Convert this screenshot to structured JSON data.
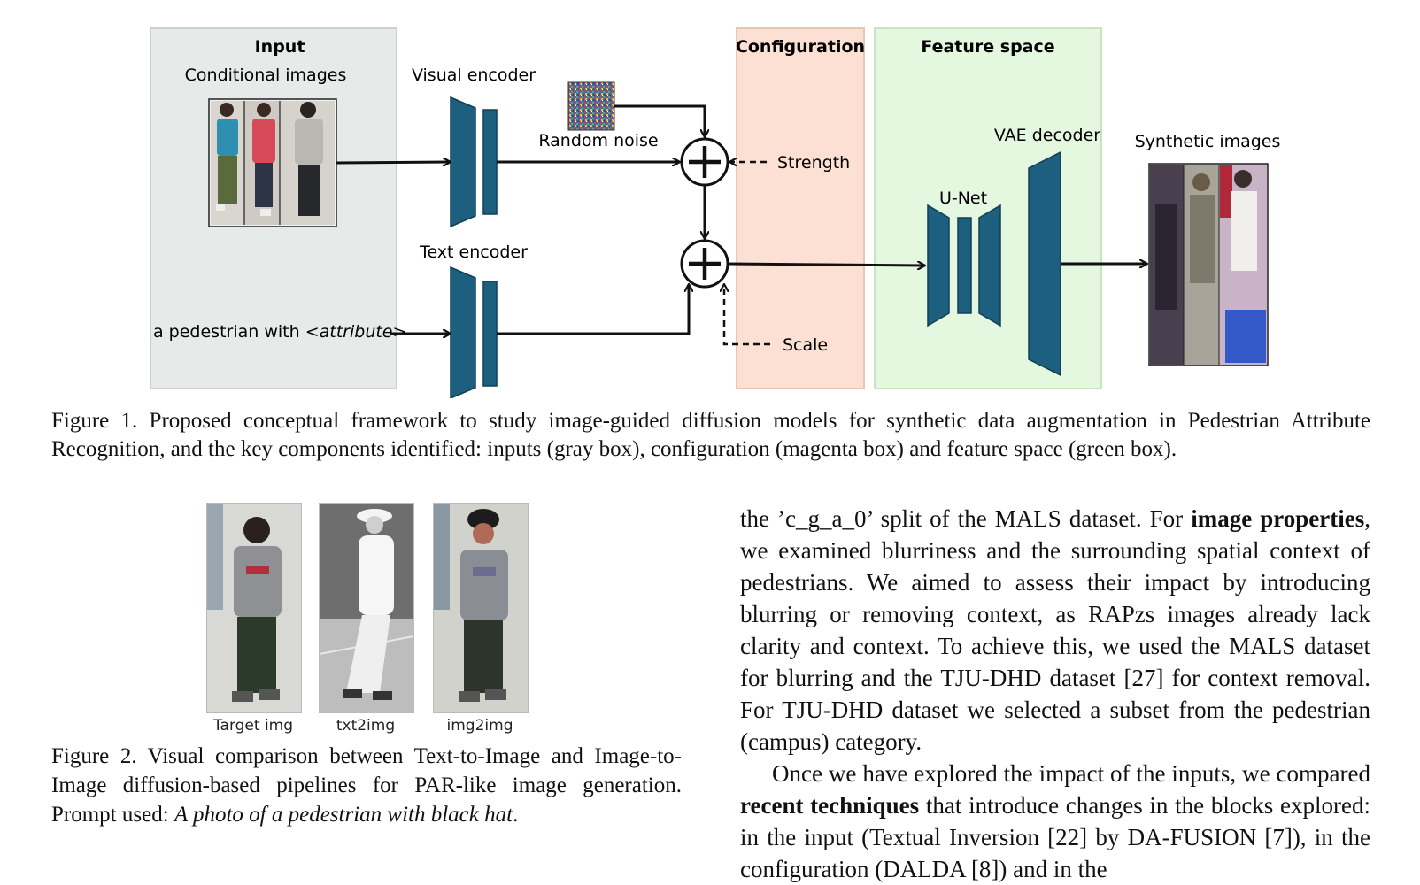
{
  "figure1": {
    "input_box_title": "Input",
    "conditional_images_label": "Conditional images",
    "visual_encoder_label": "Visual encoder",
    "random_noise_label": "Random noise",
    "text_encoder_label": "Text encoder",
    "prompt_text_prefix": "a pedestrian with <",
    "prompt_text_attr": "attribute",
    "prompt_text_suffix": ">",
    "configuration_title": "Configuration",
    "strength_label": "Strength",
    "scale_label": "Scale",
    "feature_space_title": "Feature space",
    "unet_label": "U-Net",
    "vae_decoder_label": "VAE decoder",
    "synthetic_images_label": "Synthetic images",
    "colors": {
      "input_box": "#e6eae8",
      "configuration_box": "#fbe0d3",
      "feature_space_box": "#e4f8e0",
      "encoder_blue": "#1c5f7f"
    }
  },
  "caption1": "Figure 1. Proposed conceptual framework to study image-guided diffusion models for synthetic data augmentation in Pedestrian Attribute Recognition, and the key components identified: inputs (gray box), configuration (magenta box) and feature space (green box).",
  "figure2": {
    "labels": [
      "Target img",
      "txt2img",
      "img2img"
    ]
  },
  "caption2": {
    "main": "Figure 2. Visual comparison between Text-to-Image and Image-to-Image diffusion-based pipelines for PAR-like image generation. Prompt used: ",
    "prompt": "A photo of a pedestrian with black hat",
    "end": "."
  },
  "body": {
    "p1_a": "the ’c_g_a_0’ split of the MALS dataset. For ",
    "p1_bold": "image properties",
    "p1_b": ", we examined blurriness and the surrounding spatial context of pedestrians. We aimed to assess their impact by introducing blurring or removing context, as RAPzs images already lack clarity and context. To achieve this, we used the MALS dataset for blurring and the TJU-DHD dataset [27] for context removal. For TJU-DHD dataset we selected a subset from the pedestrian (campus) category.",
    "p2_a": "Once we have explored the impact of the inputs, we compared ",
    "p2_bold": "recent techniques",
    "p2_b": " that introduce changes in the blocks explored: in the input (Textual Inversion [22] by DA-FUSION [7]), in the configuration (DALDA [8]) and in the"
  }
}
